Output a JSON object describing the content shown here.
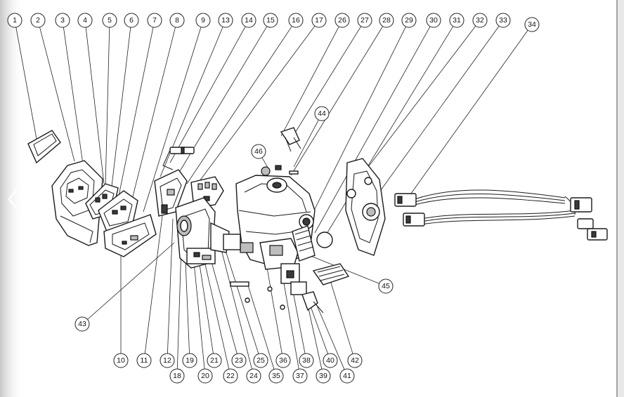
{
  "diagram": {
    "callouts": [
      {
        "label": "1"
      },
      {
        "label": "2"
      },
      {
        "label": "3"
      },
      {
        "label": "4"
      },
      {
        "label": "5"
      },
      {
        "label": "6"
      },
      {
        "label": "7"
      },
      {
        "label": "8"
      },
      {
        "label": "9"
      },
      {
        "label": "13"
      },
      {
        "label": "14"
      },
      {
        "label": "15"
      },
      {
        "label": "16"
      },
      {
        "label": "17"
      },
      {
        "label": "26"
      },
      {
        "label": "27"
      },
      {
        "label": "28"
      },
      {
        "label": "29"
      },
      {
        "label": "30"
      },
      {
        "label": "31"
      },
      {
        "label": "32"
      },
      {
        "label": "33"
      },
      {
        "label": "34"
      },
      {
        "label": "44"
      },
      {
        "label": "46"
      },
      {
        "label": "45"
      },
      {
        "label": "43"
      },
      {
        "label": "10"
      },
      {
        "label": "11"
      },
      {
        "label": "12"
      },
      {
        "label": "19"
      },
      {
        "label": "21"
      },
      {
        "label": "23"
      },
      {
        "label": "25"
      },
      {
        "label": "36"
      },
      {
        "label": "38"
      },
      {
        "label": "40"
      },
      {
        "label": "42"
      },
      {
        "label": "18"
      },
      {
        "label": "20"
      },
      {
        "label": "22"
      },
      {
        "label": "24"
      },
      {
        "label": "35"
      },
      {
        "label": "37"
      },
      {
        "label": "39"
      },
      {
        "label": "41"
      }
    ]
  }
}
